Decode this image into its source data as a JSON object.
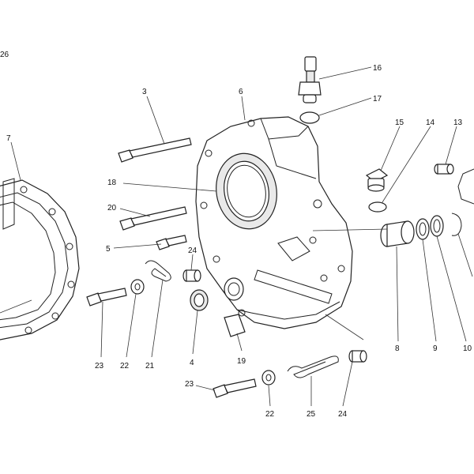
{
  "page_ref": "26",
  "callouts": [
    {
      "id": "c16",
      "label": "16"
    },
    {
      "id": "c17",
      "label": "17"
    },
    {
      "id": "c3",
      "label": "3"
    },
    {
      "id": "c6",
      "label": "6"
    },
    {
      "id": "c7",
      "label": "7"
    },
    {
      "id": "c15",
      "label": "15"
    },
    {
      "id": "c14",
      "label": "14"
    },
    {
      "id": "c13",
      "label": "13"
    },
    {
      "id": "c18",
      "label": "18"
    },
    {
      "id": "c20",
      "label": "20"
    },
    {
      "id": "c5",
      "label": "5"
    },
    {
      "id": "c24a",
      "label": "24"
    },
    {
      "id": "c23a",
      "label": "23"
    },
    {
      "id": "c22a",
      "label": "22"
    },
    {
      "id": "c21",
      "label": "21"
    },
    {
      "id": "c4",
      "label": "4"
    },
    {
      "id": "c19",
      "label": "19"
    },
    {
      "id": "c23b",
      "label": "23"
    },
    {
      "id": "c22b",
      "label": "22"
    },
    {
      "id": "c25",
      "label": "25"
    },
    {
      "id": "c24b",
      "label": "24"
    },
    {
      "id": "c8",
      "label": "8"
    },
    {
      "id": "c9",
      "label": "9"
    },
    {
      "id": "c10",
      "label": "10"
    }
  ]
}
